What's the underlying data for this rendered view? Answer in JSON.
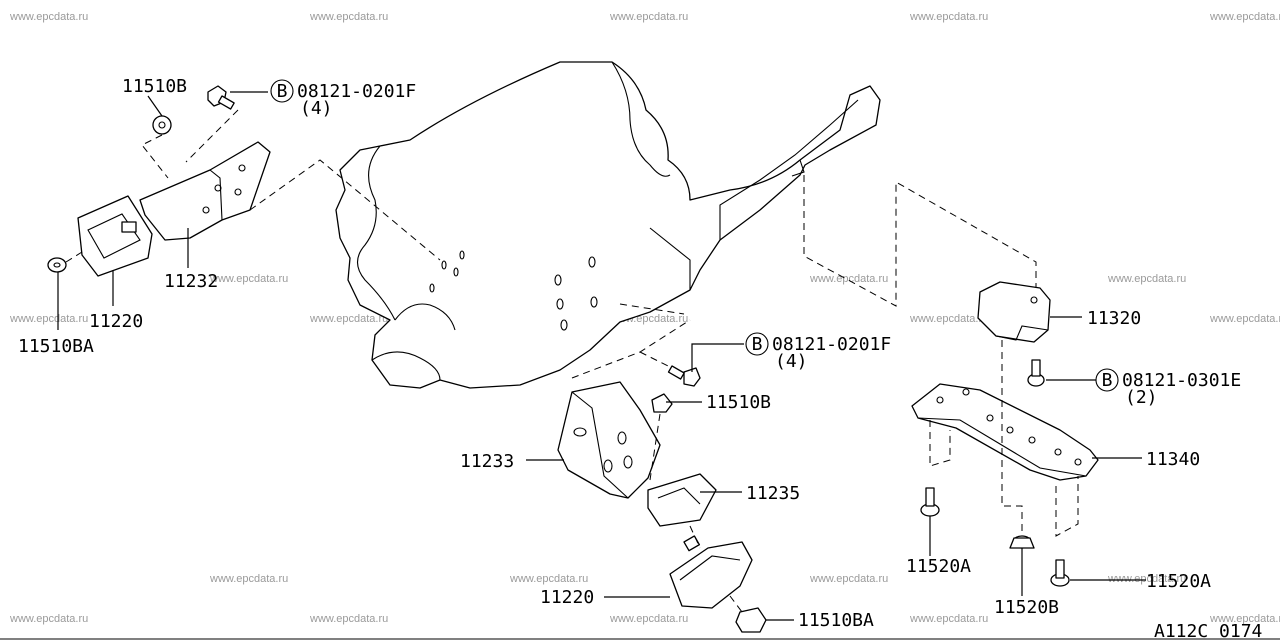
{
  "watermark": "www.epcdata.ru",
  "drawing_code": "A112C 0174",
  "bolt_symbol": "B",
  "labels": {
    "p11510b_top": "11510B",
    "p11510ba_left": "11510BA",
    "p11220_left": "11220",
    "p11232": "11232",
    "p11233": "11233",
    "p11235": "11235",
    "p11220_bottom": "11220",
    "p11510ba_bottom": "11510BA",
    "p11510b_mid": "11510B",
    "p11320": "11320",
    "p11340": "11340",
    "p11520a_left": "11520A",
    "p11520b": "11520B",
    "p11520a_right": "11520A"
  },
  "bolts": {
    "top": {
      "code": "08121-0201F",
      "qty": "(4)"
    },
    "mid": {
      "code": "08121-0201F",
      "qty": "(4)"
    },
    "right": {
      "code": "08121-0301E",
      "qty": "(2)"
    }
  }
}
